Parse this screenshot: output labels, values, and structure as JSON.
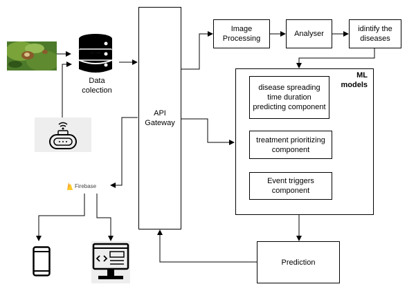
{
  "nodes": {
    "data_collection": "Data\ncolection",
    "api_gateway": "API\nGateway",
    "image_processing": "Image\nProcessing",
    "analyser": "Analyser",
    "identify": "idintify the\ndiseases",
    "ml_models": "ML\nmodels",
    "spreading": "disease spreading\ntime duration\npredicting component",
    "treatment": "treatment prioritizing\ncomponent",
    "event": "Event triggers\ncomponent",
    "prediction": "Prediction",
    "firebase": "Firebase"
  },
  "colors": {
    "firebase_flame": "#f6a623",
    "firebase_flame_inner": "#ffca28",
    "leaf_dark": "#3f6b22",
    "leaf_light": "#7aa33a",
    "leaf_spot": "#8a5a2b"
  },
  "icons": [
    "database-icon",
    "iot-sensor-icon",
    "firebase-icon",
    "smartphone-icon",
    "desktop-monitor-icon",
    "leaf-photo-icon"
  ]
}
